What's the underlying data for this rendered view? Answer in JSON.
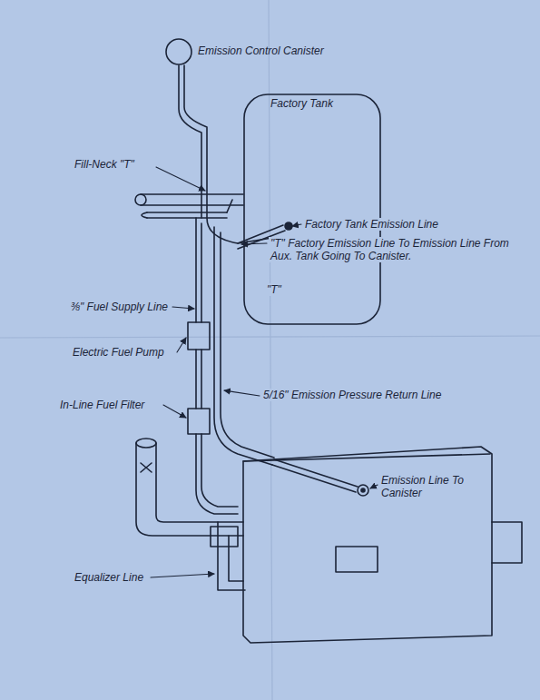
{
  "diagram": {
    "nodes": [
      {
        "text": [
          "Emission Control Canister"
        ]
      },
      {
        "text": [
          "Factory Tank"
        ]
      }
    ],
    "labels": [
      "Fill-Neck \"T\"",
      "Factory Tank Emission Line",
      "\"T\" Factory Emission Line To Emission Line From Aux. Tank Going To Canister.",
      "\"T\"",
      "⅜\" Fuel Supply Line",
      "Electric Fuel Pump",
      "In-Line Fuel Filter",
      "5/16\" Emission Pressure Return Line",
      "Emission Line To Canister",
      "Equalizer Line"
    ]
  }
}
